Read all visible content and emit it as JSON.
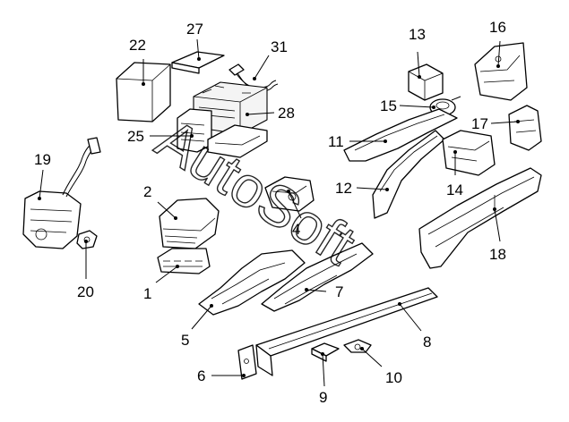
{
  "watermark": "AutoSoft",
  "callouts": [
    {
      "id": "c1",
      "label": "1"
    },
    {
      "id": "c2",
      "label": "2"
    },
    {
      "id": "c4",
      "label": "4"
    },
    {
      "id": "c5",
      "label": "5"
    },
    {
      "id": "c6",
      "label": "6"
    },
    {
      "id": "c7",
      "label": "7"
    },
    {
      "id": "c8",
      "label": "8"
    },
    {
      "id": "c9",
      "label": "9"
    },
    {
      "id": "c10",
      "label": "10"
    },
    {
      "id": "c11",
      "label": "11"
    },
    {
      "id": "c12",
      "label": "12"
    },
    {
      "id": "c13",
      "label": "13"
    },
    {
      "id": "c14",
      "label": "14"
    },
    {
      "id": "c15",
      "label": "15"
    },
    {
      "id": "c16",
      "label": "16"
    },
    {
      "id": "c17",
      "label": "17"
    },
    {
      "id": "c18",
      "label": "18"
    },
    {
      "id": "c19",
      "label": "19"
    },
    {
      "id": "c20",
      "label": "20"
    },
    {
      "id": "c22",
      "label": "22"
    },
    {
      "id": "c25",
      "label": "25"
    },
    {
      "id": "c27",
      "label": "27"
    },
    {
      "id": "c28",
      "label": "28"
    },
    {
      "id": "c31",
      "label": "31"
    }
  ]
}
